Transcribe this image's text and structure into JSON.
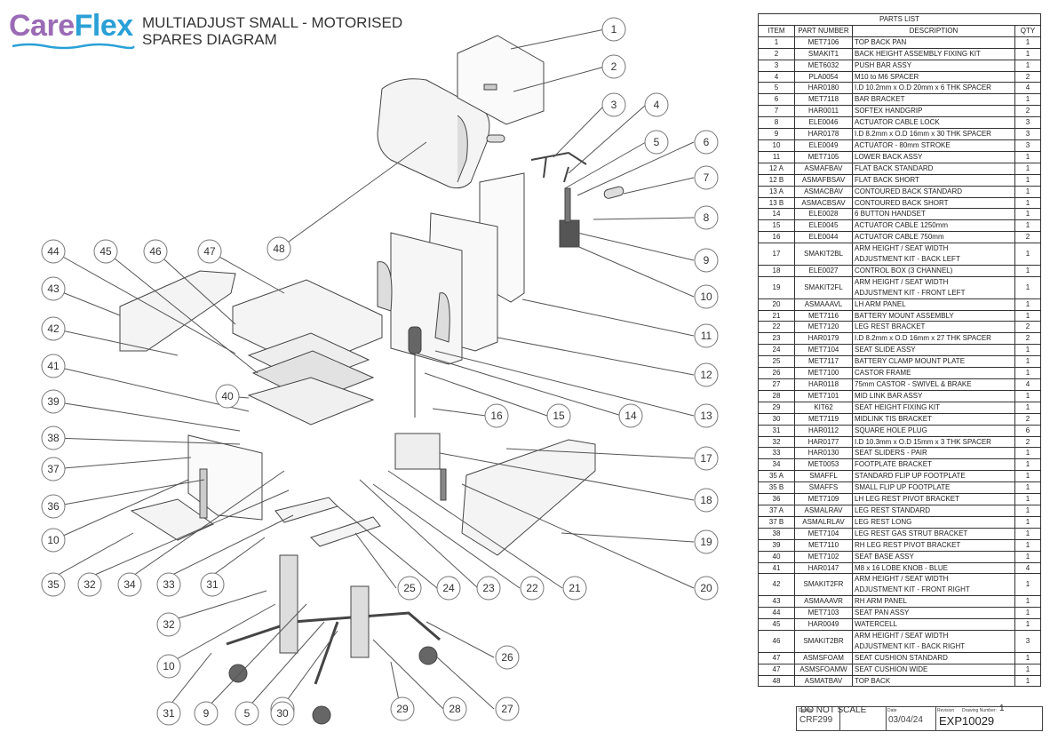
{
  "brand": {
    "part1": "Care",
    "part2": "Flex"
  },
  "title": {
    "line1": "MULTIADJUST SMALL - MOTORISED",
    "line2": "SPARES DIAGRAM"
  },
  "parts_list": {
    "heading": "PARTS LIST",
    "columns": [
      "ITEM",
      "PART NUMBER",
      "DESCRIPTION",
      "QTY"
    ],
    "rows": [
      [
        "1",
        "MET7106",
        "TOP BACK PAN",
        "1"
      ],
      [
        "2",
        "SMAKIT1",
        "BACK HEIGHT ASSEMBLY FIXING KIT",
        "1"
      ],
      [
        "3",
        "MET6032",
        "PUSH BAR ASSY",
        "1"
      ],
      [
        "4",
        "PLA0054",
        "M10 to M6 SPACER",
        "2"
      ],
      [
        "5",
        "HAR0180",
        "I.D 10.2mm x O.D 20mm x 6 THK SPACER",
        "4"
      ],
      [
        "6",
        "MET7118",
        "BAR BRACKET",
        "1"
      ],
      [
        "7",
        "HAR0011",
        "SOFTEX HANDGRIP",
        "2"
      ],
      [
        "8",
        "ELE0046",
        "ACTUATOR CABLE LOCK",
        "3"
      ],
      [
        "9",
        "HAR0178",
        "I.D 8.2mm x O.D 16mm x 30 THK SPACER",
        "3"
      ],
      [
        "10",
        "ELE0049",
        "ACTUATOR - 80mm STROKE",
        "3"
      ],
      [
        "11",
        "MET7105",
        "LOWER BACK ASSY",
        "1"
      ],
      [
        "12 A",
        "ASMAFBAV",
        "FLAT BACK STANDARD",
        "1"
      ],
      [
        "12 B",
        "ASMAFBSAV",
        "FLAT BACK SHORT",
        "1"
      ],
      [
        "13 A",
        "ASMACBAV",
        "CONTOURED BACK STANDARD",
        "1"
      ],
      [
        "13 B",
        "ASMACBSAV",
        "CONTOURED BACK SHORT",
        "1"
      ],
      [
        "14",
        "ELE0028",
        "6 BUTTON HANDSET",
        "1"
      ],
      [
        "15",
        "ELE0045",
        "ACTUATOR CABLE 1250mm",
        "1"
      ],
      [
        "16",
        "ELE0044",
        "ACTUATOR CABLE 750mm",
        "2"
      ],
      [
        "17",
        "SMAKIT2BL",
        "ARM HEIGHT / SEAT WIDTH|ADJUSTMENT KIT - BACK LEFT",
        "1"
      ],
      [
        "18",
        "ELE0027",
        "CONTROL BOX (3 CHANNEL)",
        "1"
      ],
      [
        "19",
        "SMAKIT2FL",
        "ARM HEIGHT / SEAT WIDTH|ADJUSTMENT KIT - FRONT LEFT",
        "1"
      ],
      [
        "20",
        "ASMAAAVL",
        "LH ARM PANEL",
        "1"
      ],
      [
        "21",
        "MET7116",
        "BATTERY MOUNT ASSEMBLY",
        "1"
      ],
      [
        "22",
        "MET7120",
        "LEG REST BRACKET",
        "2"
      ],
      [
        "23",
        "HAR0179",
        "I.D 8.2mm x O.D 16mm x 27 THK SPACER",
        "2"
      ],
      [
        "24",
        "MET7104",
        "SEAT SLIDE ASSY",
        "1"
      ],
      [
        "25",
        "MET7117",
        "BATTERY CLAMP MOUNT PLATE",
        "1"
      ],
      [
        "26",
        "MET7100",
        "CASTOR FRAME",
        "1"
      ],
      [
        "27",
        "HAR0118",
        "75mm CASTOR - SWIVEL & BRAKE",
        "4"
      ],
      [
        "28",
        "MET7101",
        "MID LINK BAR ASSY",
        "1"
      ],
      [
        "29",
        "KIT62",
        "SEAT HEIGHT FIXING KIT",
        "1"
      ],
      [
        "30",
        "MET7119",
        "MIDLINK TIS BRACKET",
        "2"
      ],
      [
        "31",
        "HAR0112",
        "SQUARE HOLE PLUG",
        "6"
      ],
      [
        "32",
        "HAR0177",
        "I.D 10.3mm x O.D 15mm x 3 THK SPACER",
        "2"
      ],
      [
        "33",
        "HAR0130",
        "SEAT SLIDERS - PAIR",
        "1"
      ],
      [
        "34",
        "MET0053",
        "FOOTPLATE BRACKET",
        "1"
      ],
      [
        "35 A",
        "SMAFFL",
        "STANDARD FLIP UP FOOTPLATE",
        "1"
      ],
      [
        "35 B",
        "SMAFFS",
        "SMALL FLIP UP FOOTPLATE",
        "1"
      ],
      [
        "36",
        "MET7109",
        "LH LEG REST PIVOT BRACKET",
        "1"
      ],
      [
        "37 A",
        "ASMALRAV",
        "LEG REST STANDARD",
        "1"
      ],
      [
        "37 B",
        "ASMALRLAV",
        "LEG REST LONG",
        "1"
      ],
      [
        "38",
        "MET7104",
        "LEG REST GAS STRUT BRACKET",
        "1"
      ],
      [
        "39",
        "MET7110",
        "RH LEG REST PIVOT BRACKET",
        "1"
      ],
      [
        "40",
        "MET7102",
        "SEAT BASE ASSY",
        "1"
      ],
      [
        "41",
        "HAR0147",
        "M8 x 16 LOBE KNOB - BLUE",
        "4"
      ],
      [
        "42",
        "SMAKIT2FR",
        "ARM HEIGHT / SEAT WIDTH|ADJUSTMENT KIT - FRONT RIGHT",
        "1"
      ],
      [
        "43",
        "ASMAAAVR",
        "RH ARM PANEL",
        "1"
      ],
      [
        "44",
        "MET7103",
        "SEAT PAN ASSY",
        "1"
      ],
      [
        "45",
        "HAR0049",
        "WATERCELL",
        "1"
      ],
      [
        "46",
        "SMAKIT2BR",
        "ARM HEIGHT / SEAT WIDTH|ADJUSTMENT KIT - BACK RIGHT",
        "3"
      ],
      [
        "47",
        "ASMSFOAM",
        "SEAT CUSHION STANDARD",
        "1"
      ],
      [
        "47",
        "ASMSFOAMW",
        "SEAT CUSHION WIDE",
        "1"
      ],
      [
        "48",
        "ASMATBAV",
        "TOP BACK",
        "1"
      ]
    ]
  },
  "title_block": {
    "dns": "DO NOT SCALE",
    "details_label": "Details",
    "details_value": "CRF299",
    "date_label": "Date",
    "date_value": "03/04/24",
    "rev_label": "Revision",
    "dn_label": "Drawing Number:",
    "rev_value": "1",
    "dn_value": "EXP10029"
  },
  "callouts": [
    {
      "n": "1"
    },
    {
      "n": "2"
    },
    {
      "n": "3"
    },
    {
      "n": "4"
    },
    {
      "n": "5"
    },
    {
      "n": "6"
    },
    {
      "n": "7"
    },
    {
      "n": "8"
    },
    {
      "n": "9"
    },
    {
      "n": "10"
    },
    {
      "n": "11"
    },
    {
      "n": "12"
    },
    {
      "n": "13"
    },
    {
      "n": "14"
    },
    {
      "n": "15"
    },
    {
      "n": "16"
    },
    {
      "n": "17"
    },
    {
      "n": "18"
    },
    {
      "n": "19"
    },
    {
      "n": "20"
    },
    {
      "n": "21"
    },
    {
      "n": "22"
    },
    {
      "n": "23"
    },
    {
      "n": "24"
    },
    {
      "n": "25"
    },
    {
      "n": "26"
    },
    {
      "n": "27"
    },
    {
      "n": "28"
    },
    {
      "n": "29"
    },
    {
      "n": "30"
    },
    {
      "n": "31"
    },
    {
      "n": "32"
    },
    {
      "n": "33"
    },
    {
      "n": "34"
    },
    {
      "n": "35"
    },
    {
      "n": "36"
    },
    {
      "n": "37"
    },
    {
      "n": "38"
    },
    {
      "n": "39"
    },
    {
      "n": "40"
    },
    {
      "n": "41"
    },
    {
      "n": "42"
    },
    {
      "n": "43"
    },
    {
      "n": "44"
    },
    {
      "n": "45"
    },
    {
      "n": "46"
    },
    {
      "n": "47"
    },
    {
      "n": "48"
    },
    {
      "n": "10"
    },
    {
      "n": "32"
    },
    {
      "n": "10"
    },
    {
      "n": "31"
    },
    {
      "n": "9"
    },
    {
      "n": "5"
    },
    {
      "n": "30"
    }
  ],
  "colors": {
    "care": "#9b6bb5",
    "flex": "#2aa0d6",
    "line": "#555555"
  }
}
